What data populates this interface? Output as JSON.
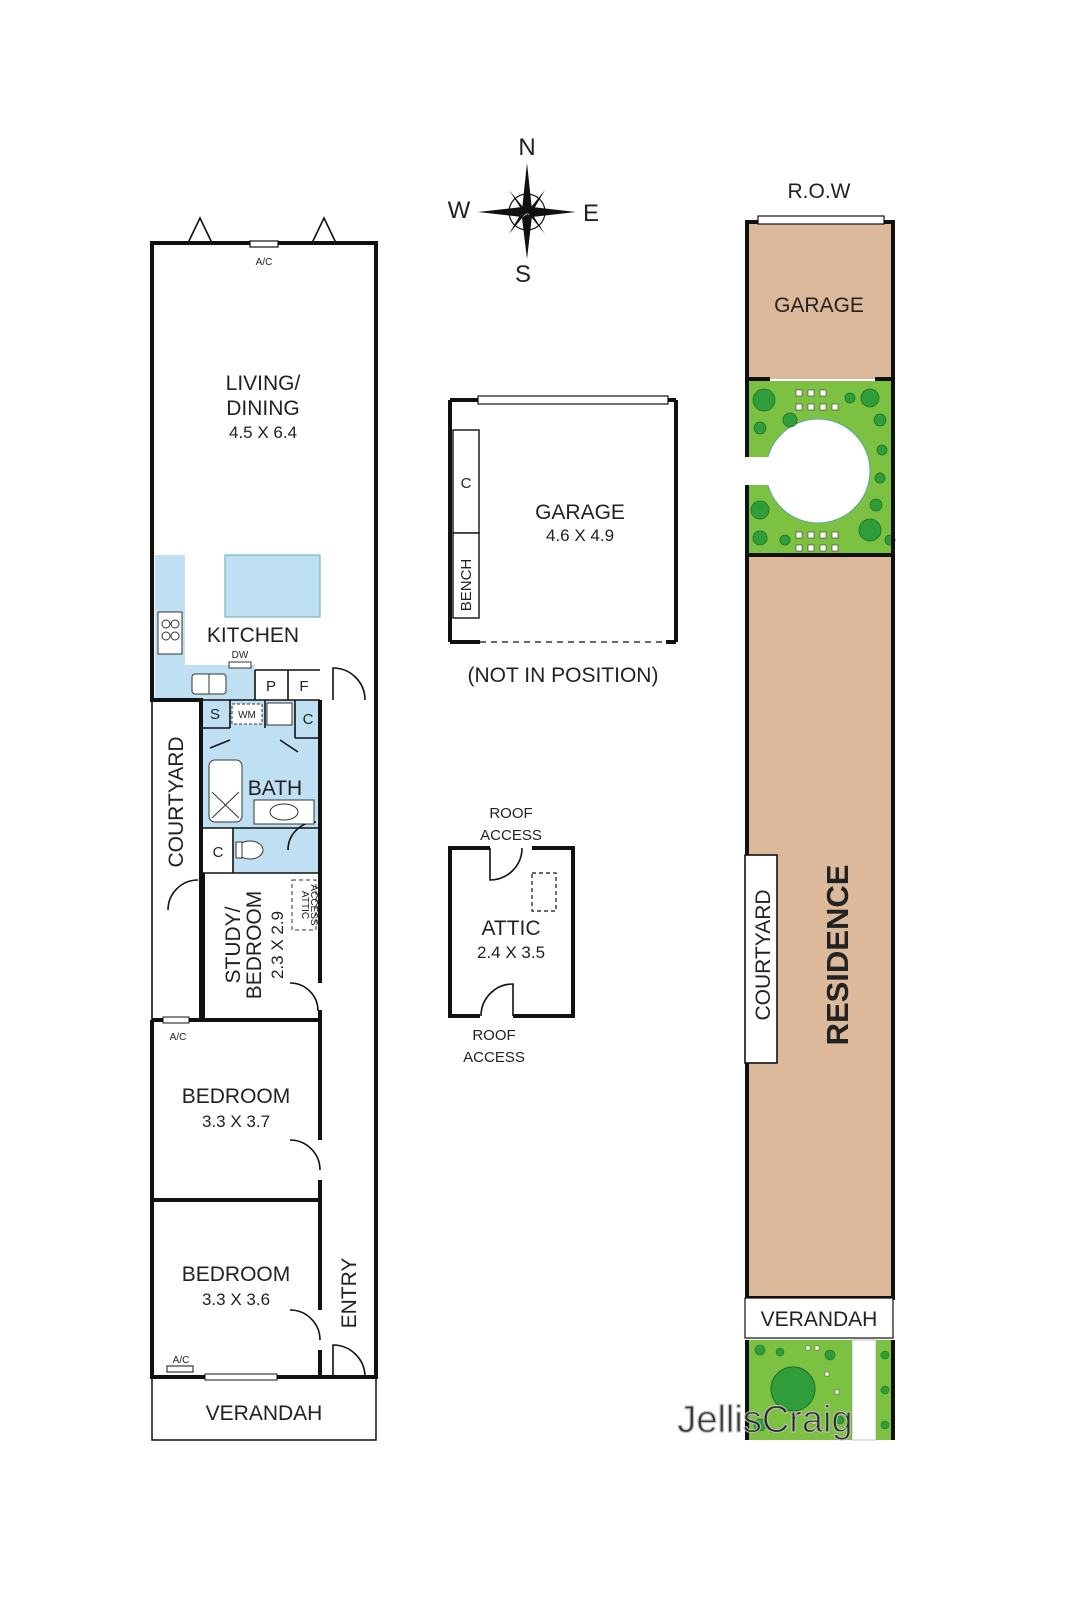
{
  "compass": {
    "n": "N",
    "s": "S",
    "e": "E",
    "w": "W"
  },
  "plan": {
    "living": {
      "name_line1": "LIVING/",
      "name_line2": "DINING",
      "dims": "4.5 X 6.4"
    },
    "ac_top": "A/C",
    "kitchen": {
      "name": "KITCHEN",
      "dw": "DW",
      "p": "P",
      "f": "F"
    },
    "laundry": {
      "s": "S",
      "wm": "WM",
      "c": "C"
    },
    "bath": {
      "name": "BATH"
    },
    "toilet_c": "C",
    "courtyard": "COURTYARD",
    "study": {
      "name_line1": "STUDY/",
      "name_line2": "BEDROOM",
      "dims": "2.3 X 2.9",
      "attic_line1": "ATTIC",
      "attic_line2": "ACCESS"
    },
    "ac_mid": "A/C",
    "bedroom1": {
      "name": "BEDROOM",
      "dims": "3.3 X 3.7"
    },
    "bedroom2": {
      "name": "BEDROOM",
      "dims": "3.3 X 3.6"
    },
    "ac_bottom": "A/C",
    "entry": "ENTRY",
    "verandah": "VERANDAH"
  },
  "garage": {
    "name": "GARAGE",
    "dims": "4.6 X 4.9",
    "c": "C",
    "bench": "BENCH",
    "note": "(NOT IN POSITION)"
  },
  "attic": {
    "name": "ATTIC",
    "dims": "2.4 X 3.5",
    "roof_top_1": "ROOF",
    "roof_top_2": "ACCESS",
    "roof_bot_1": "ROOF",
    "roof_bot_2": "ACCESS"
  },
  "site": {
    "row": "R.O.W",
    "garage": "GARAGE",
    "courtyard": "COURTYARD",
    "residence": "RESIDENCE",
    "verandah": "VERANDAH"
  },
  "watermark": "JellisCraig",
  "colors": {
    "wet_area": "#bfe0f2",
    "building_tan": "#dbb99a",
    "garden_green": "#7cc142",
    "tree_green": "#2f9e3a",
    "wall": "#111111"
  }
}
